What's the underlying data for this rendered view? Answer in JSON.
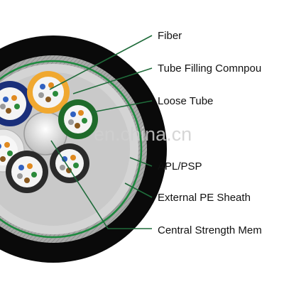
{
  "diagram": {
    "labels": {
      "fiber": "Fiber",
      "tube_filling": "Tube Filling Comnpou",
      "loose_tube": "Loose Tube",
      "apl_psp": "APL/PSP",
      "external_sheath": "External PE Sheath",
      "central_member": "Central Strength Mem"
    },
    "watermark": "en.china.cn",
    "colors": {
      "leader_line": "#1f6b3a",
      "sheath": "#0a0a0a",
      "armor": "#a9aaa9",
      "green_ring": "#1c8a3e",
      "filling": "#d4d4d4",
      "tube_blue": "#1a2f7a",
      "tube_orange": "#f0a830",
      "tube_green": "#1e6a2a",
      "tube_white": "#e8e8e8",
      "tube_black": "#2a2a2a"
    }
  }
}
